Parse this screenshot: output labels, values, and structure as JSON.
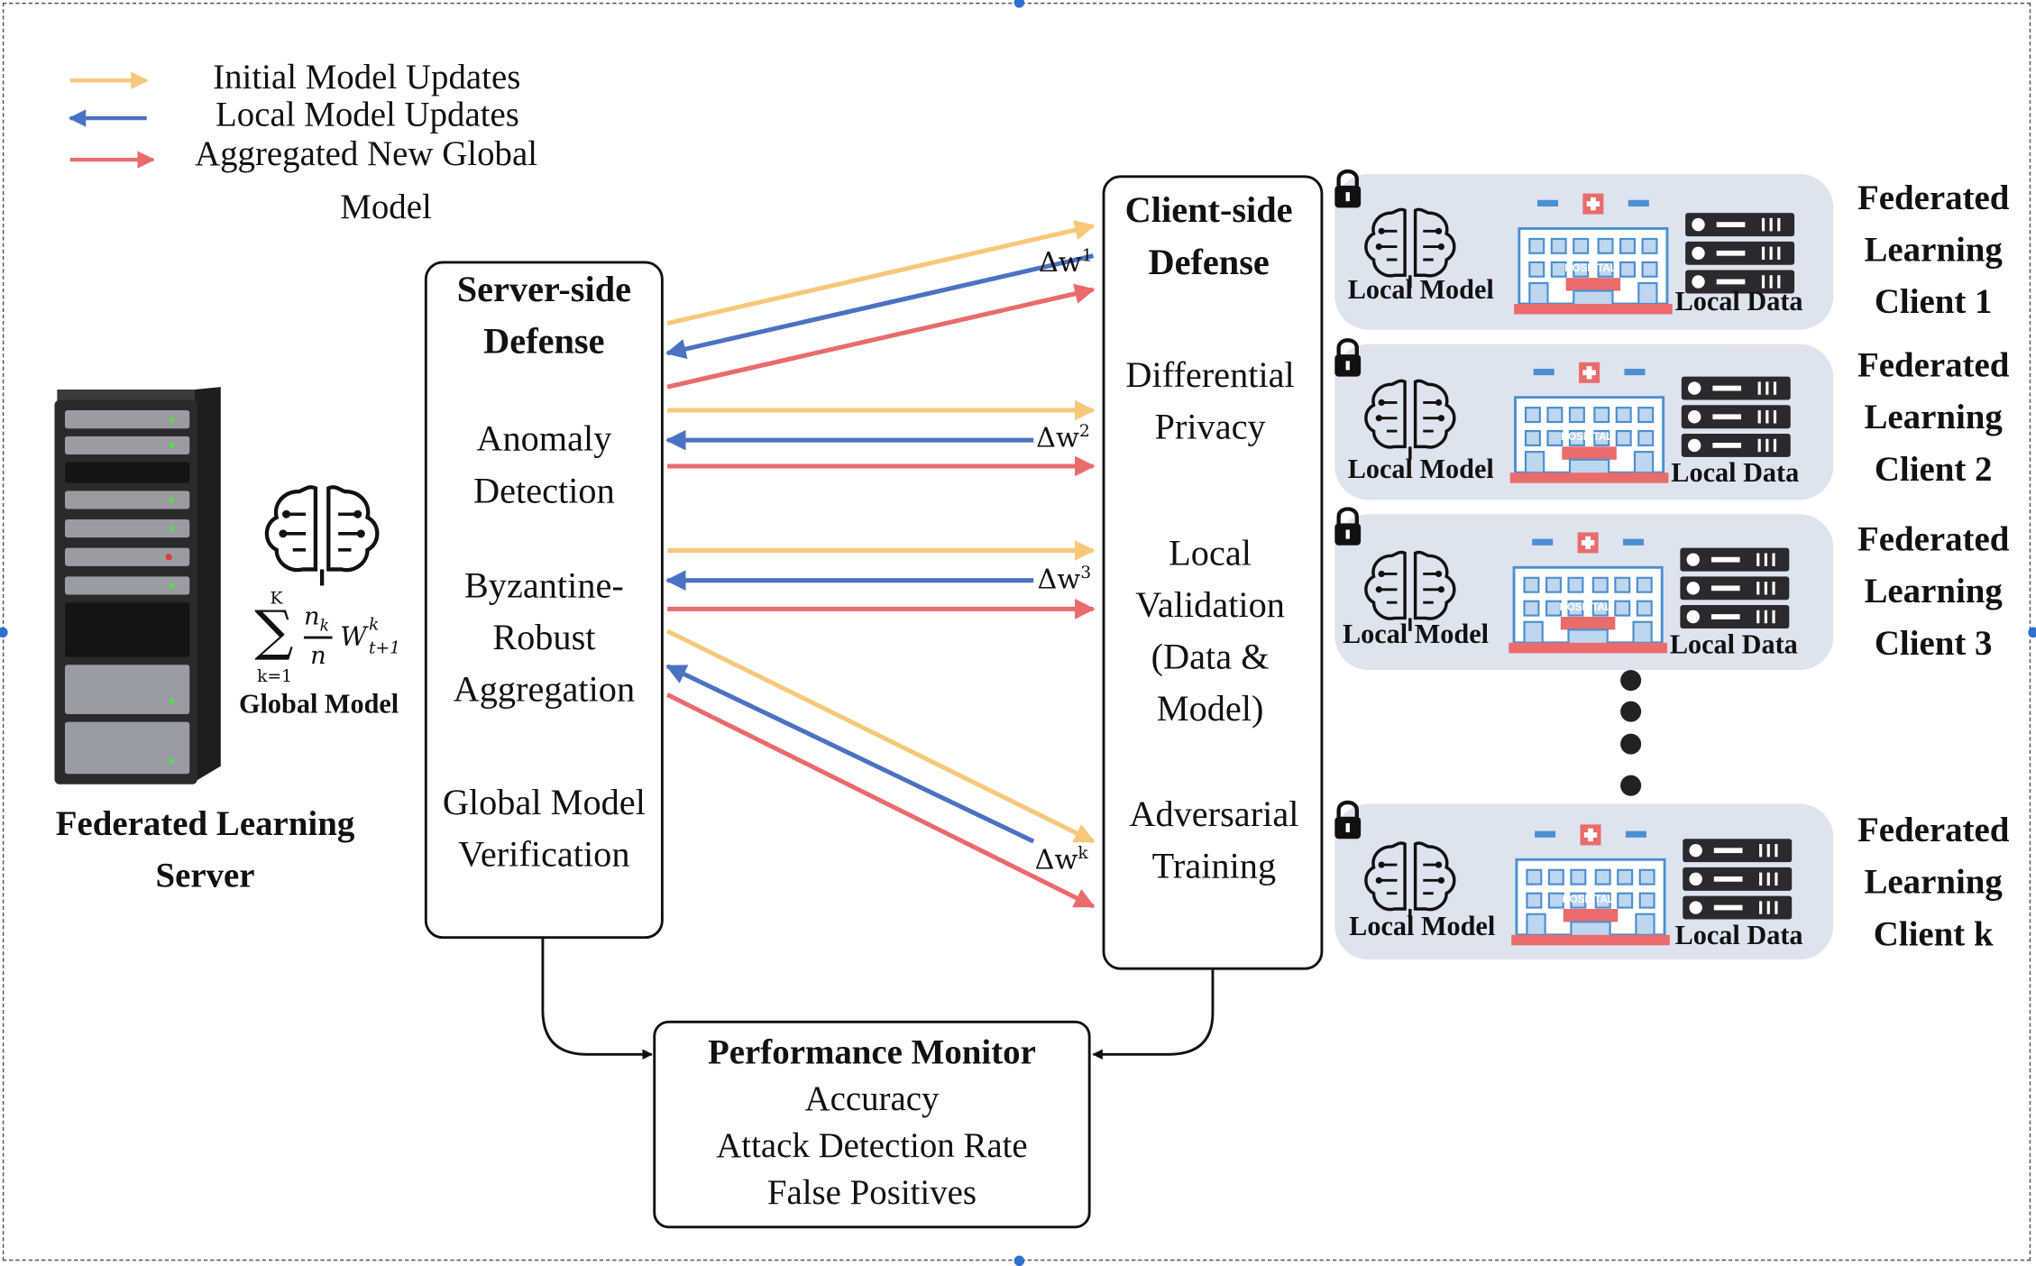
{
  "legend": {
    "items": [
      {
        "label": "Initial Model Updates",
        "color": "#f7c77a"
      },
      {
        "label": "Local Model Updates",
        "color": "#4b72c2"
      },
      {
        "label": "Aggregated New Global",
        "color": "#ea6b6b"
      }
    ],
    "model_suffix": "Model"
  },
  "server": {
    "label_line1": "Federated Learning",
    "label_line2": "Server",
    "formula": {
      "sum": "∑",
      "upper": "K",
      "lower": "k=1",
      "frac_num": "n",
      "frac_num_sub": "k",
      "frac_den": "n",
      "w": "W",
      "w_sup": "k",
      "w_sub": "t+1"
    },
    "global_model_label": "Global Model"
  },
  "server_defense": {
    "title_line1": "Server-side",
    "title_line2": "Defense",
    "items": [
      {
        "line1": "Anomaly",
        "line2": "Detection"
      },
      {
        "line1": "Byzantine-",
        "line2": "Robust",
        "line3": "Aggregation"
      },
      {
        "line1": "Global Model",
        "line2": "Verification"
      }
    ]
  },
  "client_defense": {
    "title_line1": "Client-side",
    "title_line2": "Defense",
    "items": [
      {
        "line1": "Differential",
        "line2": "Privacy"
      },
      {
        "line1": "Local",
        "line2": "Validation",
        "line3": "(Data &",
        "line4": "Model)"
      },
      {
        "line1": "Adversarial",
        "line2": "Training"
      }
    ]
  },
  "updates": [
    {
      "delta": "Δw",
      "sup": "1"
    },
    {
      "delta": "Δw",
      "sup": "2"
    },
    {
      "delta": "Δw",
      "sup": "3"
    },
    {
      "delta": "Δw",
      "sup": "k"
    }
  ],
  "clients": [
    {
      "local_model": "Local Model",
      "local_data": "Local Data",
      "line1": "Federated",
      "line2": "Learning",
      "line3": "Client 1"
    },
    {
      "local_model": "Local Model",
      "local_data": "Local Data",
      "line1": "Federated",
      "line2": "Learning",
      "line3": "Client 2"
    },
    {
      "local_model": "Local Model",
      "local_data": "Local Data",
      "line1": "Federated",
      "line2": "Learning",
      "line3": "Client 3"
    },
    {
      "local_model": "Local Model",
      "local_data": "Local Data",
      "line1": "Federated",
      "line2": "Learning",
      "line3": "Client k"
    }
  ],
  "hospital_sign": "HOSPITAL",
  "monitor": {
    "title": "Performance Monitor",
    "items": [
      "Accuracy",
      "Attack Detection Rate",
      "False Positives"
    ]
  },
  "colors": {
    "initial": "#f7c77a",
    "local": "#4b72c2",
    "aggregated": "#ea6b6b",
    "panel": "#dde4f0"
  }
}
